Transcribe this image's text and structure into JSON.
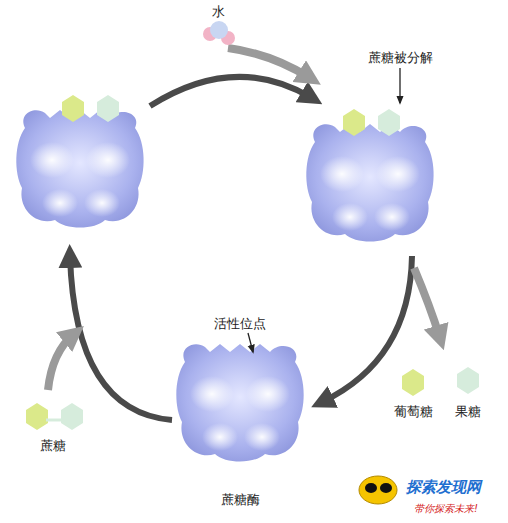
{
  "diagram": {
    "labels": [
      "水",
      "蔗糖被分解",
      "活性位点",
      "葡萄糖",
      "果糖",
      "蔗糖",
      "蔗糖酶",
      "探索发现网",
      "带你探索未来!"
    ]
  }
}
